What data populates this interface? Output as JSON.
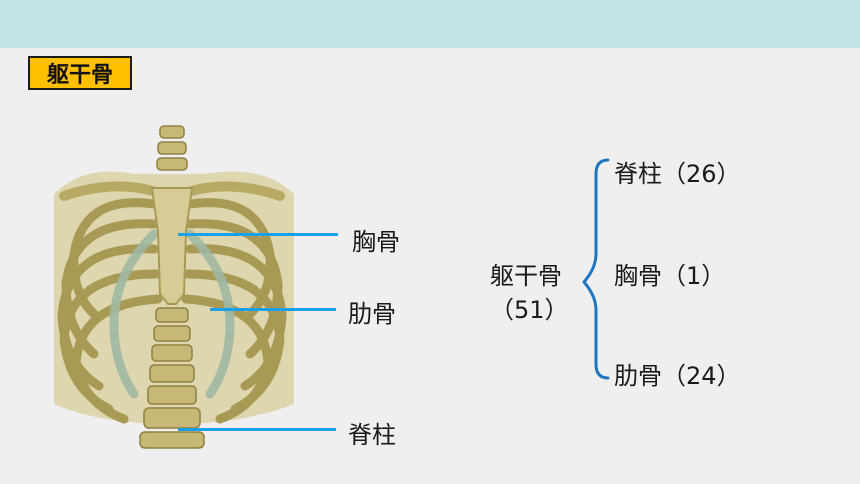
{
  "slide": {
    "section_title": "躯干骨"
  },
  "figure": {
    "labels": {
      "sternum": "胸骨",
      "ribs": "肋骨",
      "spine": "脊柱"
    }
  },
  "diagram": {
    "root_line1": "躯干骨",
    "root_line2": "（51）",
    "branches": [
      {
        "label": "脊柱（26）"
      },
      {
        "label": "胸骨（1）"
      },
      {
        "label": "肋骨（24）"
      }
    ]
  },
  "colors": {
    "header_band": "#c4e3e8",
    "title_fill": "#ffc000",
    "pointer_line": "#1aa0e6",
    "brace": "#1f77c0"
  }
}
